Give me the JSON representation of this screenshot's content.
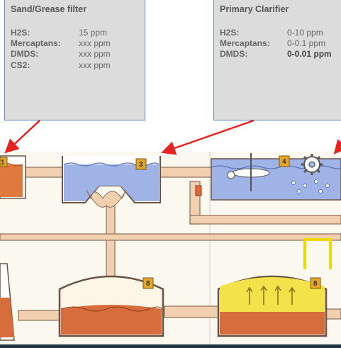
{
  "sand_grease_filter": {
    "title": "Sand/Grease filter",
    "rows": [
      {
        "label": "H2S:",
        "value": "15 ppm"
      },
      {
        "label": "Mercaptans:",
        "value": "xxx ppm"
      },
      {
        "label": "DMDS:",
        "value": "xxx ppm"
      },
      {
        "label": "CS2:",
        "value": "xxx ppm"
      }
    ]
  },
  "primary_clarifier": {
    "title": "Primary Clarifier",
    "rows": [
      {
        "label": "H2S:",
        "value": "0-10 ppm"
      },
      {
        "label": "Mercaptans:",
        "value": "0-0.1 ppm"
      },
      {
        "label": "DMDS:",
        "value": "0-0.01 ppm"
      }
    ]
  },
  "badges": {
    "b1": "1",
    "b3": "3",
    "b4": "4",
    "b8_left": "8",
    "b8_right": "8"
  },
  "colors": {
    "arrow": "#e8231f",
    "water": "#9fb3e6",
    "pipe": "#f2cfae",
    "sludge": "#d76d3c",
    "yellow_tank": "#f3e24a",
    "badge": "#e6a62a"
  }
}
